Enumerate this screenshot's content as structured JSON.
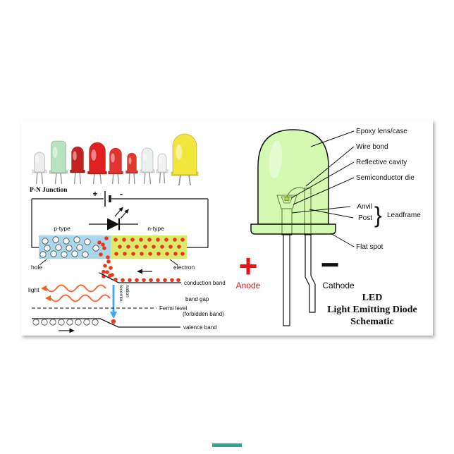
{
  "colors": {
    "led_body_green": "#a9f464",
    "p_type_fill": "#a7d7e8",
    "n_type_fill": "#dbe96d",
    "electron_dot": "#e8391d",
    "light_wave": "#ff5a1e",
    "anode_red": "#ee1111",
    "recomb_blue": "#3fa9f5",
    "watermark_teal": "#2aa59b"
  },
  "photos": {
    "leds": [
      {
        "color": "#ededed"
      },
      {
        "color": "#b7e3c0"
      },
      {
        "color": "#c32222"
      },
      {
        "color": "#de2020"
      },
      {
        "color": "#e03431"
      },
      {
        "color": "#df3b2d"
      },
      {
        "color": "#eceff0"
      },
      {
        "color": "#f2f2f2"
      },
      {
        "color": "#f0e63c"
      }
    ]
  },
  "junction_diagram": {
    "title": "P-N Junction",
    "battery_plus": "+",
    "battery_minus": "-",
    "p_type_label": "p-type",
    "n_type_label": "n-type",
    "hole_label": "hole",
    "electron_label": "electron"
  },
  "band_diagram": {
    "light_label": "light",
    "conduction_band": "conduction band",
    "fermi_level": "Fermi level",
    "band_gap_line1": "band gap",
    "band_gap_line2": "(forbidden band)",
    "valence_band": "valence band",
    "recombination_line1": "recombi-",
    "recombination_line2": "nation"
  },
  "led_schematic": {
    "epoxy": "Epoxy lens/case",
    "wire_bond": "Wire bond",
    "reflective_cavity": "Reflective cavity",
    "semiconductor_die": "Semiconductor die",
    "anvil": "Anvil",
    "post": "Post",
    "brace": "}",
    "leadframe": "Leadframe",
    "flat_spot": "Flat spot",
    "anode_sign": "+",
    "anode_label": "Anode",
    "cathode_sign": "−",
    "cathode_label": "Cathode"
  },
  "caption": {
    "line1": "LED",
    "line2": "Light Emitting Diode",
    "line3": "Schematic"
  }
}
